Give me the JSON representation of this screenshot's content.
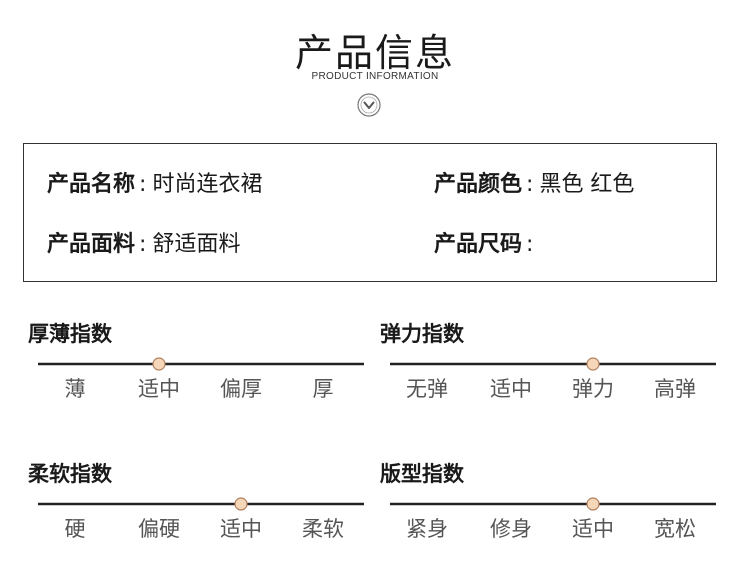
{
  "header": {
    "title": "产品信息",
    "subtitle": "PRODUCT INFORMATION"
  },
  "info": {
    "name": {
      "key": "产品名称",
      "sep": ":",
      "value": "时尚连衣裙"
    },
    "color": {
      "key": "产品颜色",
      "sep": ":",
      "value": "黑色 红色"
    },
    "fabric": {
      "key": "产品面料",
      "sep": ":",
      "value": "舒适面料"
    },
    "size": {
      "key": "产品尺码",
      "sep": ":",
      "value": ""
    }
  },
  "scales": [
    {
      "title": "厚薄指数",
      "labels": [
        "薄",
        "适中",
        "偏厚",
        "厚"
      ],
      "selected_index": 1
    },
    {
      "title": "弹力指数",
      "labels": [
        "无弹",
        "适中",
        "弹力",
        "高弹"
      ],
      "selected_index": 2
    },
    {
      "title": "柔软指数",
      "labels": [
        "硬",
        "偏硬",
        "适中",
        "柔软"
      ],
      "selected_index": 2
    },
    {
      "title": "版型指数",
      "labels": [
        "紧身",
        "修身",
        "适中",
        "宽松"
      ],
      "selected_index": 2
    }
  ],
  "colors": {
    "text": "#1a1a1a",
    "label": "#555555",
    "line": "#222222",
    "marker_fill": "#f6d6b8",
    "marker_stroke": "#b08060"
  }
}
